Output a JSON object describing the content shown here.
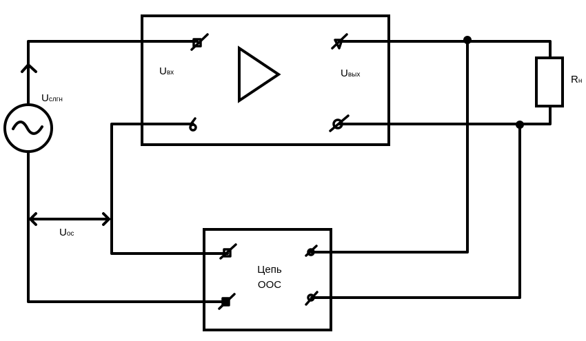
{
  "labels": {
    "u_in": {
      "main": "U",
      "sub": "вх"
    },
    "u_out": {
      "main": "U",
      "sub": "вых"
    },
    "u_gen": {
      "main": "U",
      "sub": "слгн"
    },
    "r_load": {
      "main": "R",
      "sub": "н"
    },
    "u_fb": {
      "main": "U",
      "sub": "ос"
    },
    "feedback_block": {
      "line1": "Цепь",
      "line2": "ООС"
    }
  },
  "colors": {
    "stroke": "#000000",
    "background": "#ffffff"
  },
  "icons": {
    "generator": "ac-source-icon",
    "amplifier": "triangle-amplifier-icon",
    "load": "resistor-icon"
  }
}
